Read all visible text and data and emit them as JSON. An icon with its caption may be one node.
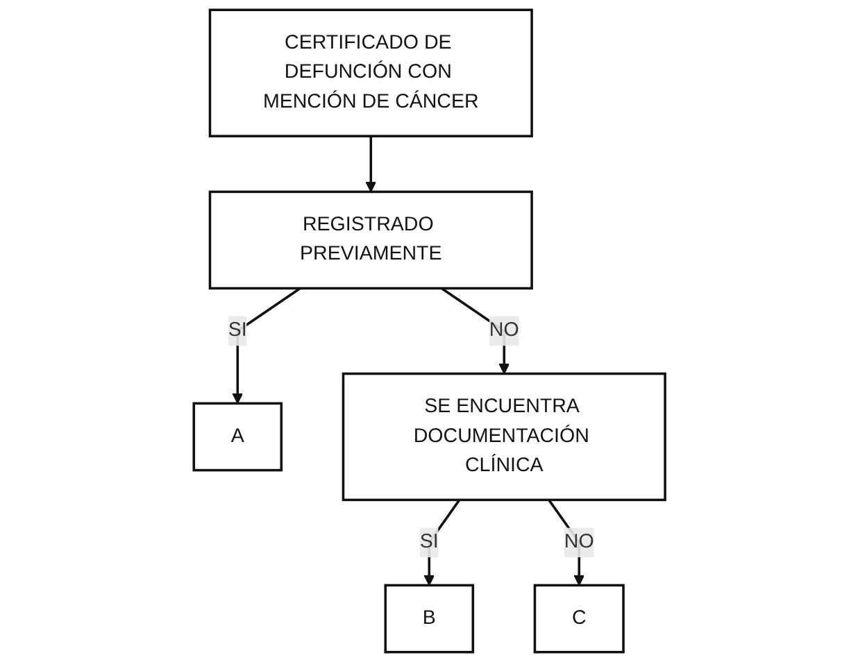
{
  "diagram": {
    "nodes": [
      {
        "text": [
          "CERTIFICADO DE DEFUNCIÓN CON MENCIÓN DE CÁNCER"
        ]
      },
      {
        "text": [
          "REGISTRADO PREVIAMENTE"
        ]
      },
      {
        "text": [
          "A"
        ]
      },
      {
        "text": [
          "SE ENCUENTRA DOCUMENTACIÓN CLÍNICA"
        ]
      },
      {
        "text": [
          "B"
        ]
      },
      {
        "text": [
          "C"
        ]
      }
    ],
    "edges": [
      {
        "from": 0,
        "to": 1,
        "arrow": "to"
      },
      {
        "from": 1,
        "to": 2,
        "arrow": "to",
        "label": "SI"
      },
      {
        "from": 1,
        "to": 3,
        "arrow": "to",
        "label": "NO"
      },
      {
        "from": 3,
        "to": 4,
        "arrow": "to",
        "label": "SI"
      },
      {
        "from": 3,
        "to": 5,
        "arrow": "to",
        "label": "NO"
      }
    ]
  }
}
